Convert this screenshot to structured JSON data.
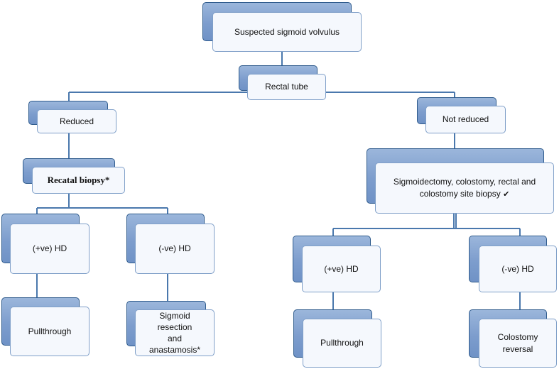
{
  "diagram": {
    "nodes": {
      "root": "Suspected sigmoid volvulus",
      "rectal_tube": "Rectal tube",
      "reduced": "Reduced",
      "not_reduced": "Not reduced",
      "rectal_biopsy": "Recatal biopsy*",
      "sigmoidectomy_line1": "Sigmoidectomy, colostomy, rectal and",
      "sigmoidectomy_line2": "colostomy site biopsy",
      "sigmoidectomy_mark": "✔",
      "left_pos_hd": "(+ve) HD",
      "left_neg_hd": "(-ve) HD",
      "right_pos_hd": "(+ve) HD",
      "right_neg_hd": "(-ve) HD",
      "left_pullthrough": "Pullthrough",
      "sigmoid_resection_line1": "Sigmoid resection",
      "sigmoid_resection_line2": "and anastamosis*",
      "right_pullthrough": "Pullthrough",
      "colostomy_reversal_line1": "Colostomy",
      "colostomy_reversal_line2": "reversal"
    },
    "colors": {
      "connector": "#4a78ad",
      "back_box": "#7d9dcd",
      "front_box": "#f5f8fd",
      "front_border": "#7f9fc8"
    }
  }
}
